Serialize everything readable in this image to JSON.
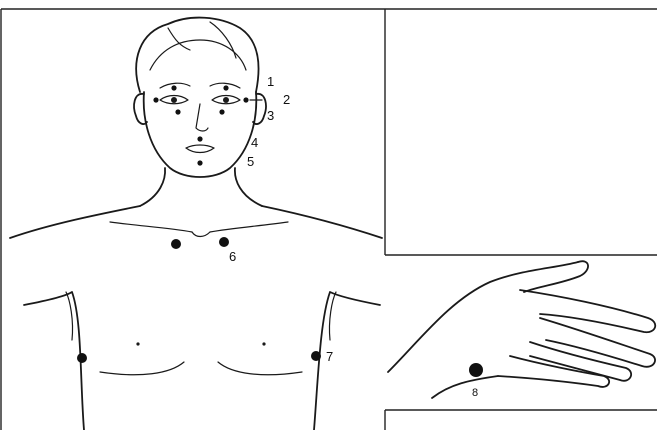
{
  "points": [
    {
      "id": "1",
      "label": "1"
    },
    {
      "id": "2",
      "label": "2"
    },
    {
      "id": "3",
      "label": "3"
    },
    {
      "id": "4",
      "label": "4"
    },
    {
      "id": "5",
      "label": "5"
    },
    {
      "id": "6",
      "label": "6"
    },
    {
      "id": "7",
      "label": "7"
    },
    {
      "id": "8",
      "label": "8"
    }
  ]
}
